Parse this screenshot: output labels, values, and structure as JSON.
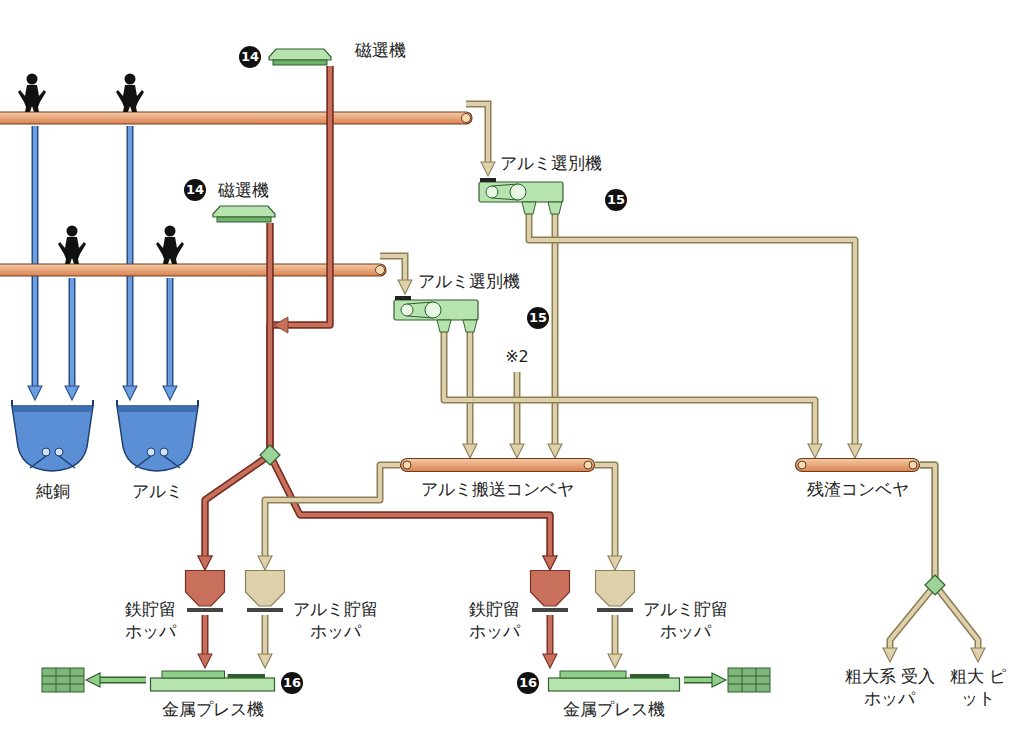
{
  "diagram": {
    "nodes": [
      {
        "text": [
          "磁選機"
        ]
      },
      {
        "text": [
          "磁選機"
        ]
      },
      {
        "text": [
          "アルミ選別機"
        ]
      },
      {
        "text": [
          "アルミ選別機"
        ]
      },
      {
        "text": [
          "アルミ搬送コンベヤ"
        ]
      },
      {
        "text": [
          "残渣コンベヤ"
        ]
      },
      {
        "text": [
          "鉄貯留 ホッパ"
        ]
      },
      {
        "text": [
          "アルミ貯留 ホッパ"
        ]
      },
      {
        "text": [
          "鉄貯留 ホッパ"
        ]
      },
      {
        "text": [
          "アルミ貯留 ホッパ"
        ]
      },
      {
        "text": [
          "金属プレス機"
        ]
      },
      {
        "text": [
          "金属プレス機"
        ]
      },
      {
        "text": [
          "純銅"
        ]
      },
      {
        "text": [
          "アルミ"
        ]
      },
      {
        "text": [
          "粗大系 受入ホッパ"
        ]
      },
      {
        "text": [
          "粗大 ピット"
        ]
      }
    ],
    "edges": [
      {
        "from": 0,
        "to": 6,
        "arrow": "to"
      },
      {
        "from": 0,
        "to": 8,
        "arrow": "to"
      },
      {
        "from": 1,
        "to": 6,
        "arrow": "to"
      },
      {
        "from": 1,
        "to": 8,
        "arrow": "to"
      },
      {
        "from": 2,
        "to": 4,
        "arrow": "to"
      },
      {
        "from": 2,
        "to": 5,
        "arrow": "to"
      },
      {
        "from": 3,
        "to": 4,
        "arrow": "to"
      },
      {
        "from": 3,
        "to": 5,
        "arrow": "to"
      },
      {
        "from": 4,
        "to": 7,
        "arrow": "to"
      },
      {
        "from": 4,
        "to": 9,
        "arrow": "to"
      },
      {
        "from": 5,
        "to": 14,
        "arrow": "to"
      },
      {
        "from": 5,
        "to": 15,
        "arrow": "to"
      },
      {
        "from": 6,
        "to": 10,
        "arrow": "to"
      },
      {
        "from": 7,
        "to": 10,
        "arrow": "to"
      },
      {
        "from": 8,
        "to": 11,
        "arrow": "to"
      },
      {
        "from": 9,
        "to": 11,
        "arrow": "to"
      }
    ],
    "labels": [
      "14",
      "14",
      "15",
      "15",
      "16",
      "16",
      "※2"
    ]
  }
}
